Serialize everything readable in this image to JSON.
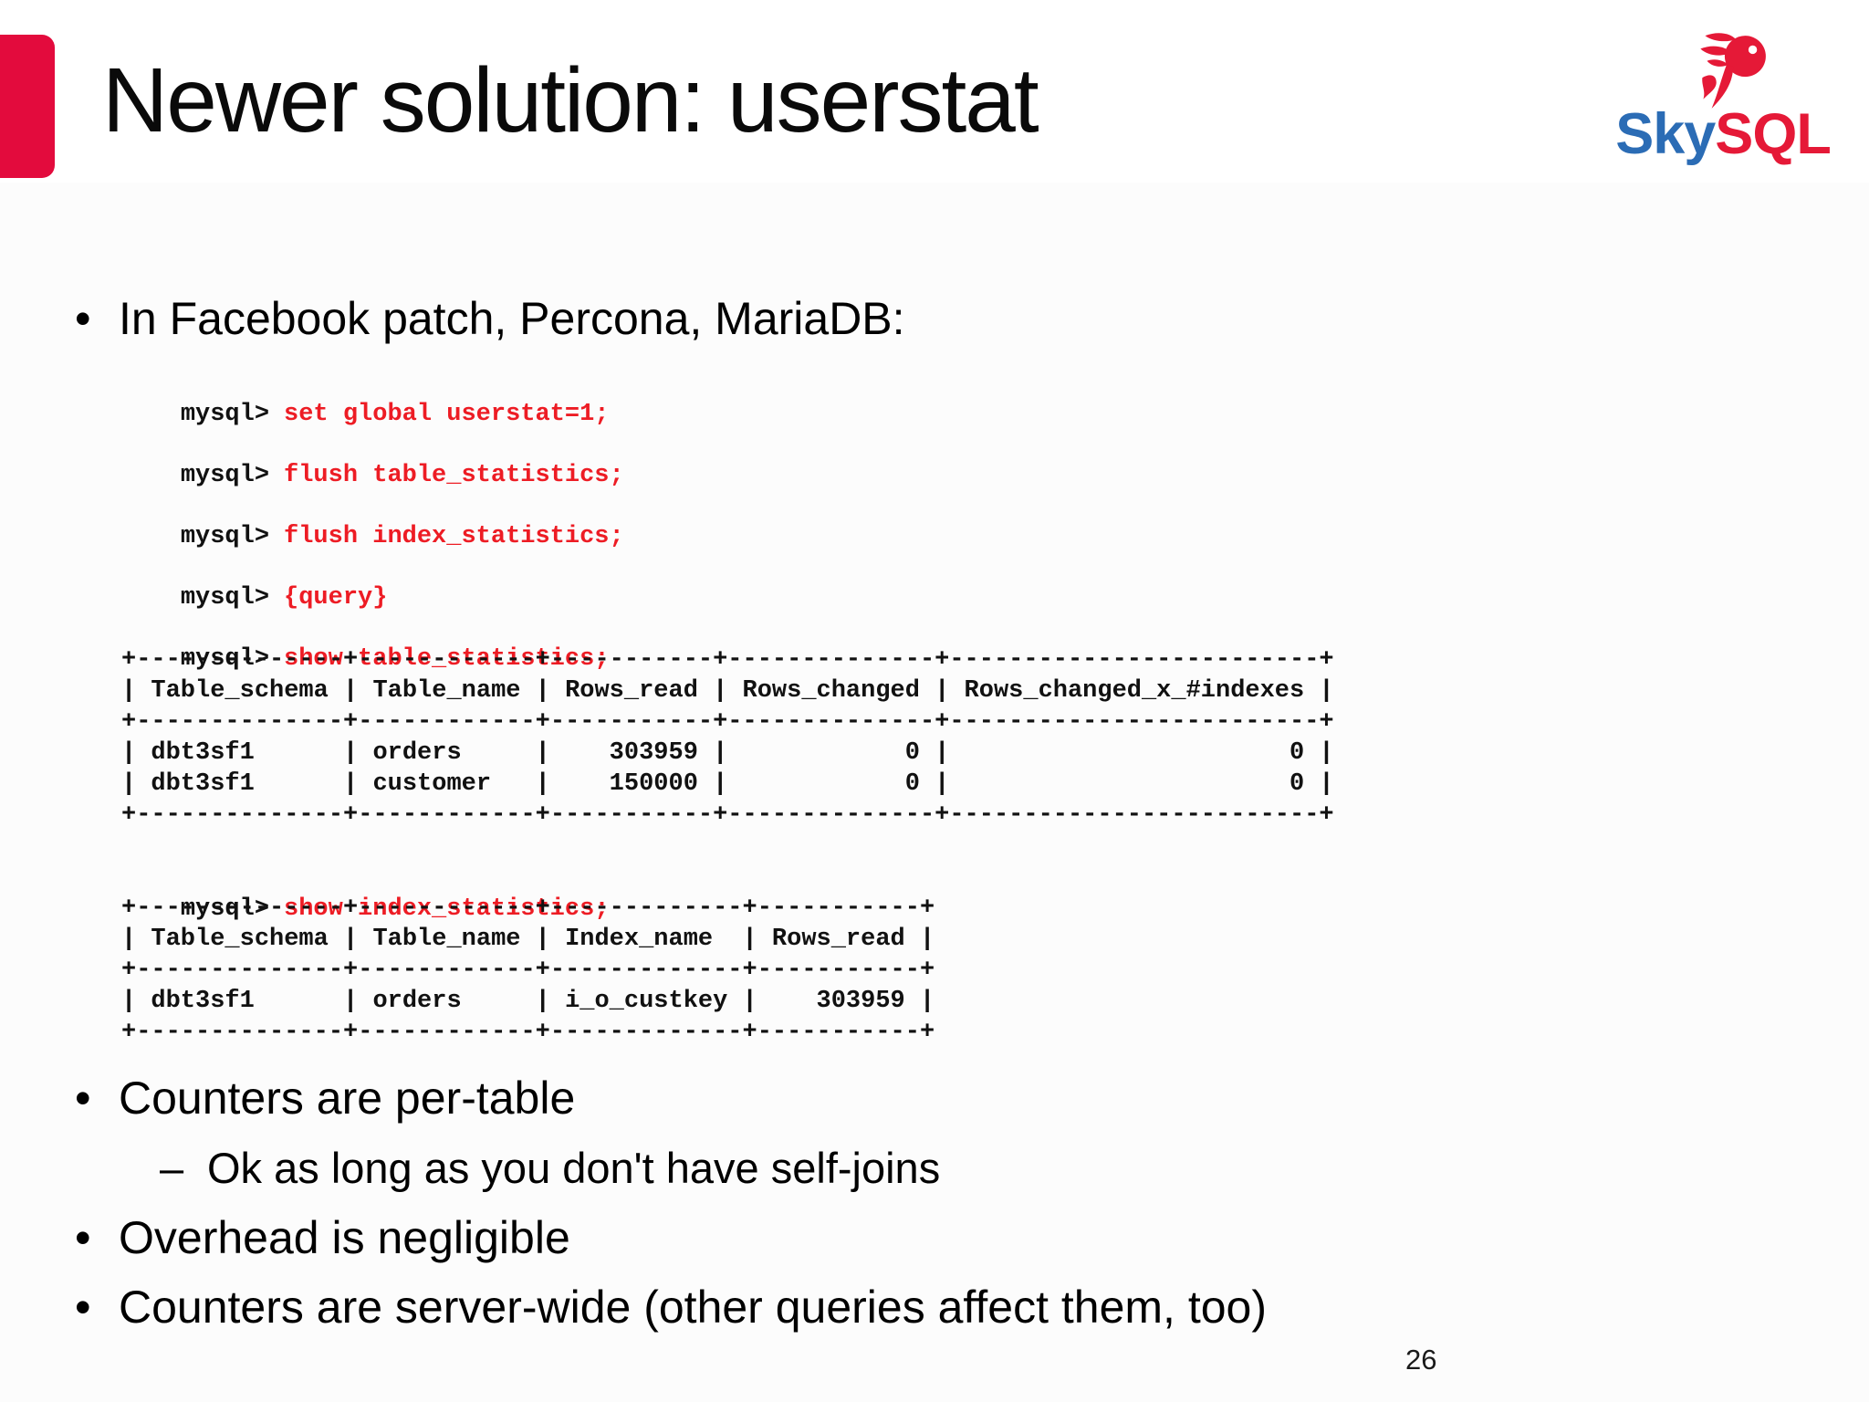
{
  "slide": {
    "title": "Newer solution: userstat",
    "page_number": "26",
    "accent_color": "#e30b3d",
    "bullet_char": "•",
    "dash_char": "–"
  },
  "logo": {
    "sky": "Sky",
    "sql": "SQL",
    "sky_color": "#2b6cb5",
    "sql_color": "#e51937",
    "bird_icon": "phoenix-bird-icon"
  },
  "bullets": {
    "intro": "In Facebook patch, Percona, MariaDB:",
    "items": [
      {
        "text": "Counters are per-table",
        "level": 1
      },
      {
        "text": "Ok as long as you don't have self-joins",
        "level": 2
      },
      {
        "text": "Overhead is negligible",
        "level": 1
      },
      {
        "text": "Counters are server-wide (other queries affect them, too)",
        "level": 1
      }
    ]
  },
  "terminal": {
    "prompt": "mysql>",
    "command_color": "#ed1c24",
    "commands": [
      "set global userstat=1;",
      "flush table_statistics;",
      "flush index_statistics;",
      "{query}",
      "show table_statistics;",
      "show index_statistics;"
    ],
    "table_statistics_lines": [
      "+--------------+------------+-----------+--------------+-------------------------+",
      "| Table_schema | Table_name | Rows_read | Rows_changed | Rows_changed_x_#indexes |",
      "+--------------+------------+-----------+--------------+-------------------------+",
      "| dbt3sf1      | orders     |    303959 |            0 |                       0 |",
      "| dbt3sf1      | customer   |    150000 |            0 |                       0 |",
      "+--------------+------------+-----------+--------------+-------------------------+"
    ],
    "index_statistics_lines": [
      "+--------------+------------+-------------+-----------+",
      "| Table_schema | Table_name | Index_name  | Rows_read |",
      "+--------------+------------+-------------+-----------+",
      "| dbt3sf1      | orders     | i_o_custkey |    303959 |",
      "+--------------+------------+-------------+-----------+"
    ],
    "table_statistics_data": {
      "type": "table",
      "columns": [
        "Table_schema",
        "Table_name",
        "Rows_read",
        "Rows_changed",
        "Rows_changed_x_#indexes"
      ],
      "rows": [
        [
          "dbt3sf1",
          "orders",
          303959,
          0,
          0
        ],
        [
          "dbt3sf1",
          "customer",
          150000,
          0,
          0
        ]
      ]
    },
    "index_statistics_data": {
      "type": "table",
      "columns": [
        "Table_schema",
        "Table_name",
        "Index_name",
        "Rows_read"
      ],
      "rows": [
        [
          "dbt3sf1",
          "orders",
          "i_o_custkey",
          303959
        ]
      ]
    }
  }
}
